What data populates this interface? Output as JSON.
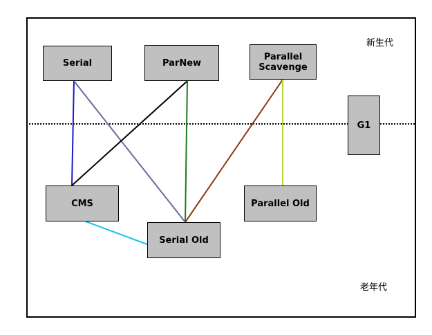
{
  "collectors": {
    "serial": "Serial",
    "parnew": "ParNew",
    "parallel_scavenge": "Parallel\nScavenge",
    "g1": "G1",
    "cms": "CMS",
    "parallel_old": "Parallel Old",
    "serial_old": "Serial Old"
  },
  "regions": {
    "young": "新生代",
    "old": "老年代"
  },
  "connections": [
    {
      "from": "Serial",
      "to": "CMS",
      "color": "#1a1acc"
    },
    {
      "from": "Serial",
      "to": "Serial Old",
      "color": "#6a6a9e"
    },
    {
      "from": "ParNew",
      "to": "CMS",
      "color": "#000000"
    },
    {
      "from": "ParNew",
      "to": "Serial Old",
      "color": "#1f7a1f"
    },
    {
      "from": "Parallel Scavenge",
      "to": "Serial Old",
      "color": "#8b3a0f"
    },
    {
      "from": "Parallel Scavenge",
      "to": "Parallel Old",
      "color": "#b5d63a"
    },
    {
      "from": "CMS",
      "to": "Serial Old",
      "color": "#1ec0f0"
    }
  ],
  "divider": {
    "style": "dotted",
    "color": "#000000"
  }
}
